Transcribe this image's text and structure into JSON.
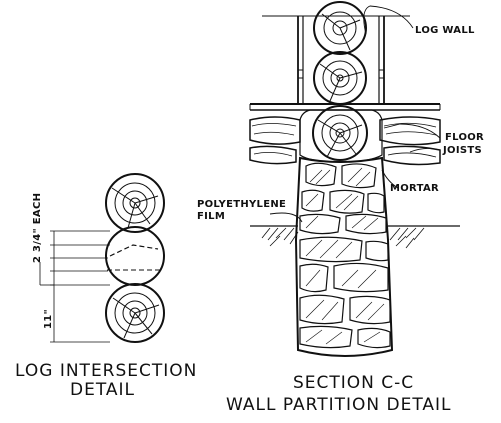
{
  "section": {
    "labels": {
      "log_wall": "LOG WALL",
      "floor": "FLOOR",
      "joists": "JOISTS",
      "mortar": "MORTAR",
      "polyethylene": "POLYETHYLENE",
      "film": "FILM"
    },
    "caption_line1": "SECTION C-C",
    "caption_line2": "WALL PARTITION DETAIL"
  },
  "intersection": {
    "dim_spacing": "2 3/4\" EACH",
    "dim_total": "11\"",
    "caption_line1": "LOG INTERSECTION",
    "caption_line2": "DETAIL"
  }
}
